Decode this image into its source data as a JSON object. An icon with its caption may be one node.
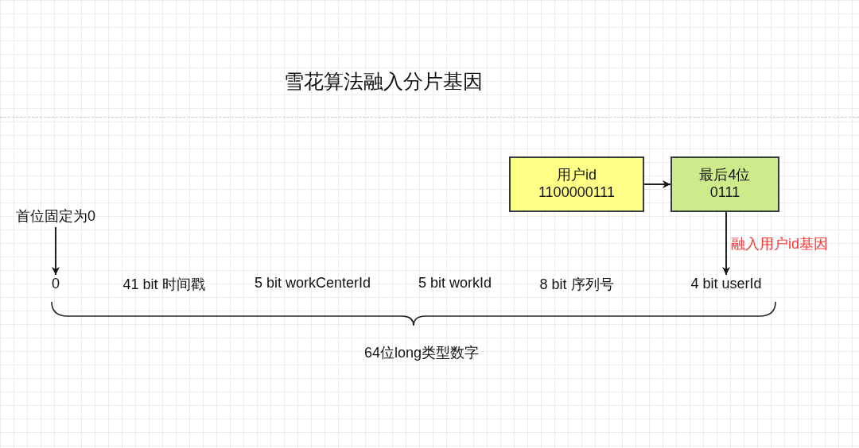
{
  "diagram": {
    "title": "雪花算法融入分片基因",
    "nodes": [
      {
        "text": [
          "首位固定为0"
        ]
      },
      {
        "text": [
          "0"
        ]
      },
      {
        "text": [
          "用户id",
          "1100000111"
        ]
      },
      {
        "text": [
          "最后4位",
          "0111"
        ]
      },
      {
        "text": [
          "4 bit userId"
        ]
      }
    ],
    "edges": [
      {
        "from": 0,
        "to": 1,
        "arrow": "to"
      },
      {
        "from": 2,
        "to": 3,
        "arrow": "to"
      },
      {
        "from": 3,
        "to": 4,
        "arrow": "to",
        "label": "融入用户id基因"
      }
    ],
    "labels": [
      "41 bit 时间戳",
      "5 bit workCenterId",
      "5 bit workId",
      "8 bit 序列号",
      "64位long类型数字"
    ]
  }
}
